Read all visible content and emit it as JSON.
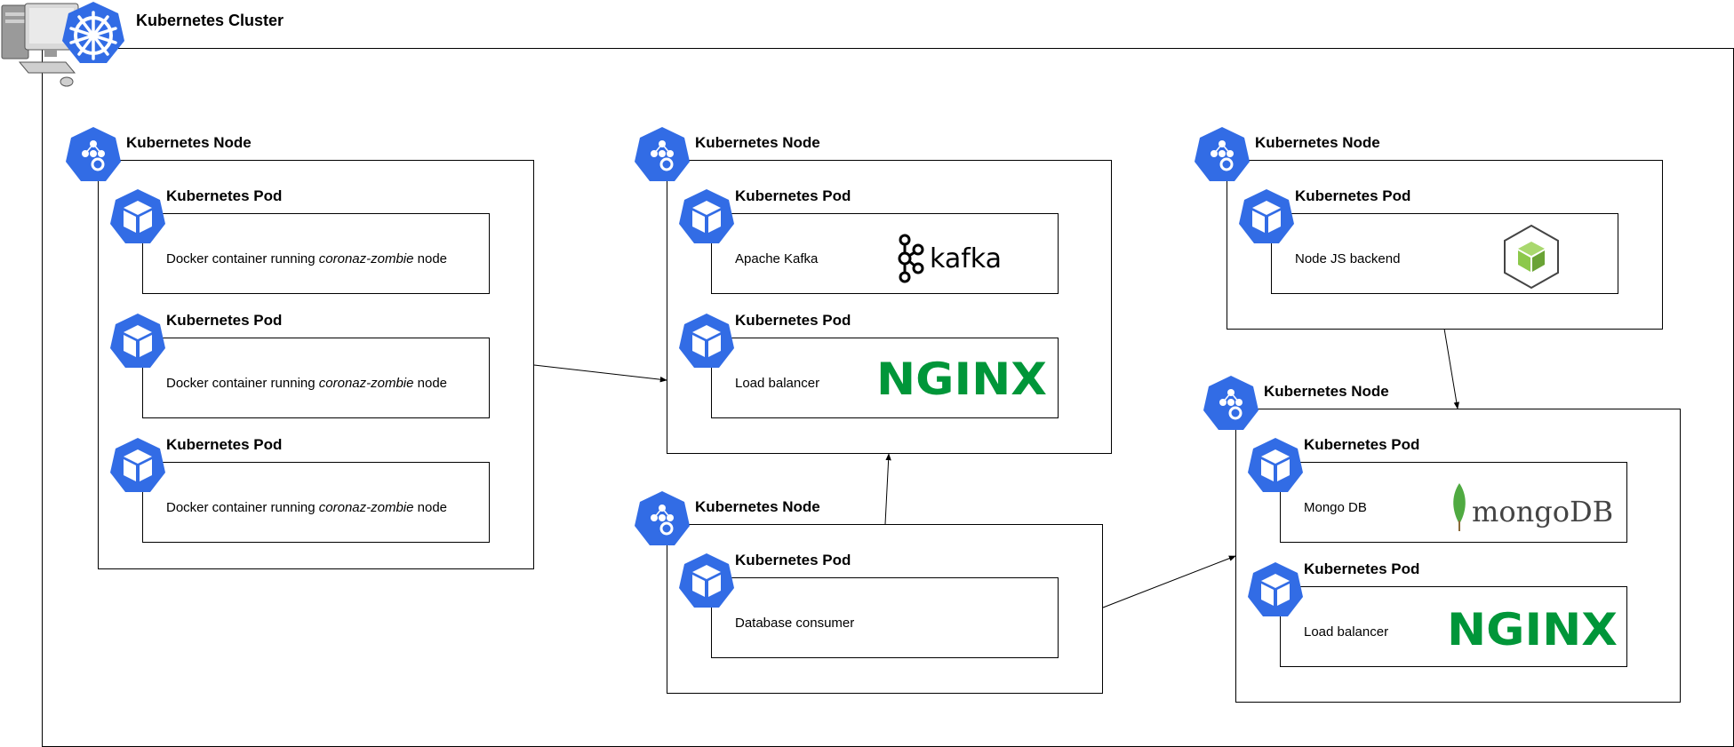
{
  "cluster": {
    "title": "Kubernetes Cluster"
  },
  "node_label": "Kubernetes Node",
  "pod_label": "Kubernetes Pod",
  "node1": {
    "pods": [
      {
        "prefix": "Docker container running ",
        "italic": "coronaz-zombie",
        "suffix": " node"
      },
      {
        "prefix": "Docker container running ",
        "italic": "coronaz-zombie",
        "suffix": " node"
      },
      {
        "prefix": "Docker container running ",
        "italic": "coronaz-zombie",
        "suffix": " node"
      }
    ]
  },
  "node2": {
    "pods": [
      {
        "text": "Apache Kafka",
        "logo": "kafka"
      },
      {
        "text": "Load balancer",
        "logo": "NGINX"
      }
    ]
  },
  "node3": {
    "pods": [
      {
        "text": "Database consumer"
      }
    ]
  },
  "node4": {
    "pods": [
      {
        "text": "Node JS backend",
        "logo": "nodejs-cube-icon"
      }
    ]
  },
  "node5": {
    "pods": [
      {
        "text": "Mongo DB",
        "logo": "mongoDB."
      },
      {
        "text": "Load balancer",
        "logo": "NGINX"
      }
    ]
  },
  "colors": {
    "k8s_blue": "#326CE5",
    "nginx_green": "#009639",
    "mongo_green": "#4FAA41",
    "node_green": "#8CC84B"
  }
}
